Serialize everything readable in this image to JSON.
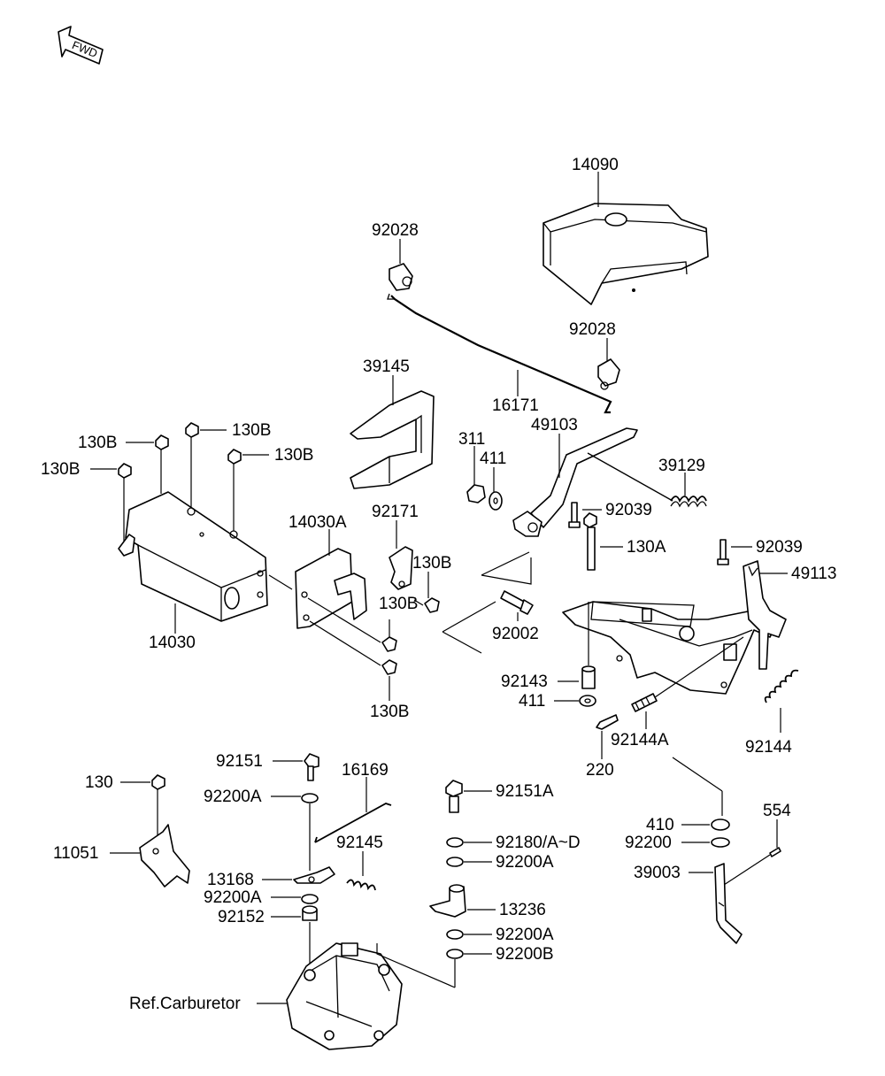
{
  "fwd_label": "FWD",
  "labels": {
    "p14090": "14090",
    "p92028a": "92028",
    "p92028b": "92028",
    "p39145": "39145",
    "p16171": "16171",
    "p311": "311",
    "p411a": "411",
    "p49103": "49103",
    "p39129": "39129",
    "p130B_1": "130B",
    "p130B_2": "130B",
    "p130B_3": "130B",
    "p130B_4": "130B",
    "p130B_5": "130B",
    "p130B_6": "130B",
    "p130B_7": "130B",
    "p14030A": "14030A",
    "p92171": "92171",
    "p92039a": "92039",
    "p92039b": "92039",
    "p130A": "130A",
    "p49113": "49113",
    "p14030": "14030",
    "p92002": "92002",
    "p92143": "92143",
    "p411b": "411",
    "p92144A": "92144A",
    "p92144": "92144",
    "p220": "220",
    "p92151": "92151",
    "p16169": "16169",
    "p130": "130",
    "p92200A_1": "92200A",
    "p92151A": "92151A",
    "p92180": "92180/A~D",
    "p92200A_2": "92200A",
    "p92145": "92145",
    "p11051": "11051",
    "p13168": "13168",
    "p92200A_3": "92200A",
    "p13236": "13236",
    "p92152": "92152",
    "p92200A_4": "92200A",
    "p92200B": "92200B",
    "p410": "410",
    "p92200": "92200",
    "p554": "554",
    "p39003": "39003",
    "ref_carburetor": "Ref.Carburetor"
  }
}
